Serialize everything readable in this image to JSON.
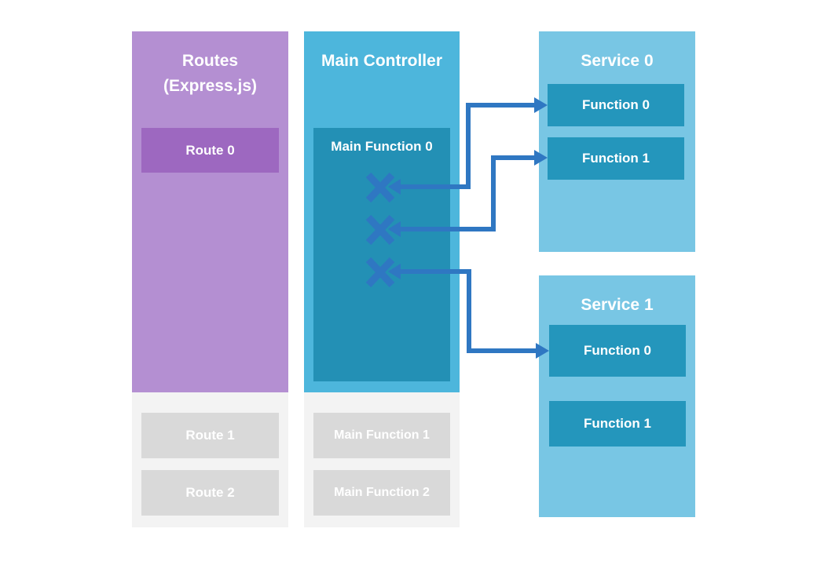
{
  "routes": {
    "title": "Routes\n(Express.js)",
    "active_route": "Route 0",
    "inactive_routes": [
      "Route 1",
      "Route 2"
    ]
  },
  "controller": {
    "title": "Main Controller",
    "active_function": "Main Function 0",
    "inactive_functions": [
      "Main Function 1",
      "Main Function 2"
    ]
  },
  "services": [
    {
      "title": "Service 0",
      "functions": [
        "Function 0",
        "Function 1"
      ]
    },
    {
      "title": "Service 1",
      "functions": [
        "Function 0",
        "Function 1"
      ]
    }
  ],
  "colors": {
    "routes_panel": "#b48fd2",
    "routes_active_box": "#9d68c0",
    "controller_panel": "#4db6dc",
    "controller_function_box": "#2390b5",
    "service_panel": "#78c6e4",
    "service_function_box": "#2496bc",
    "inactive_panel": "#f3f3f3",
    "inactive_box": "#d9d9d9",
    "arrow": "#2f77c2",
    "cross": "#2f77c2"
  }
}
